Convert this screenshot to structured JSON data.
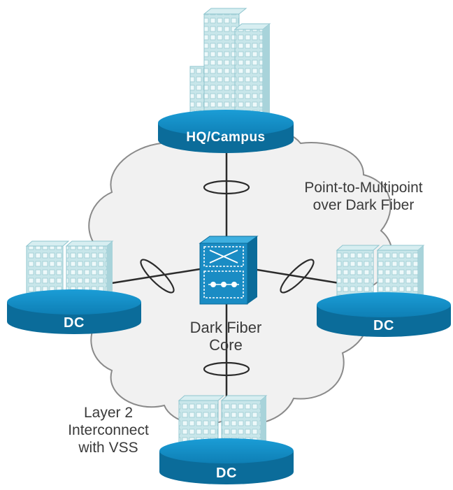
{
  "sites": {
    "hq": {
      "label": "HQ/Campus"
    },
    "dc_left": {
      "label": "DC"
    },
    "dc_right": {
      "label": "DC"
    },
    "dc_bottom": {
      "label": "DC"
    }
  },
  "annotations": {
    "p2mp_line1": "Point-to-Multipoint",
    "p2mp_line2": "over Dark Fiber",
    "core_line1": "Dark Fiber",
    "core_line2": "Core",
    "l2_line1": "Layer 2",
    "l2_line2": "Interconnect",
    "l2_line3": "with VSS"
  },
  "colors": {
    "platform": "#1590c6",
    "platform_dark": "#0b6c9a",
    "building": "#bfe0e6",
    "building_shade": "#8fc5cf",
    "cloud": "#f1f1f1",
    "cloud_edge": "#8a8a8a",
    "switch": "#1a8cc4"
  },
  "icons": [
    "cloud",
    "building-cluster-icon",
    "switch-icon",
    "vss-link-icon"
  ]
}
